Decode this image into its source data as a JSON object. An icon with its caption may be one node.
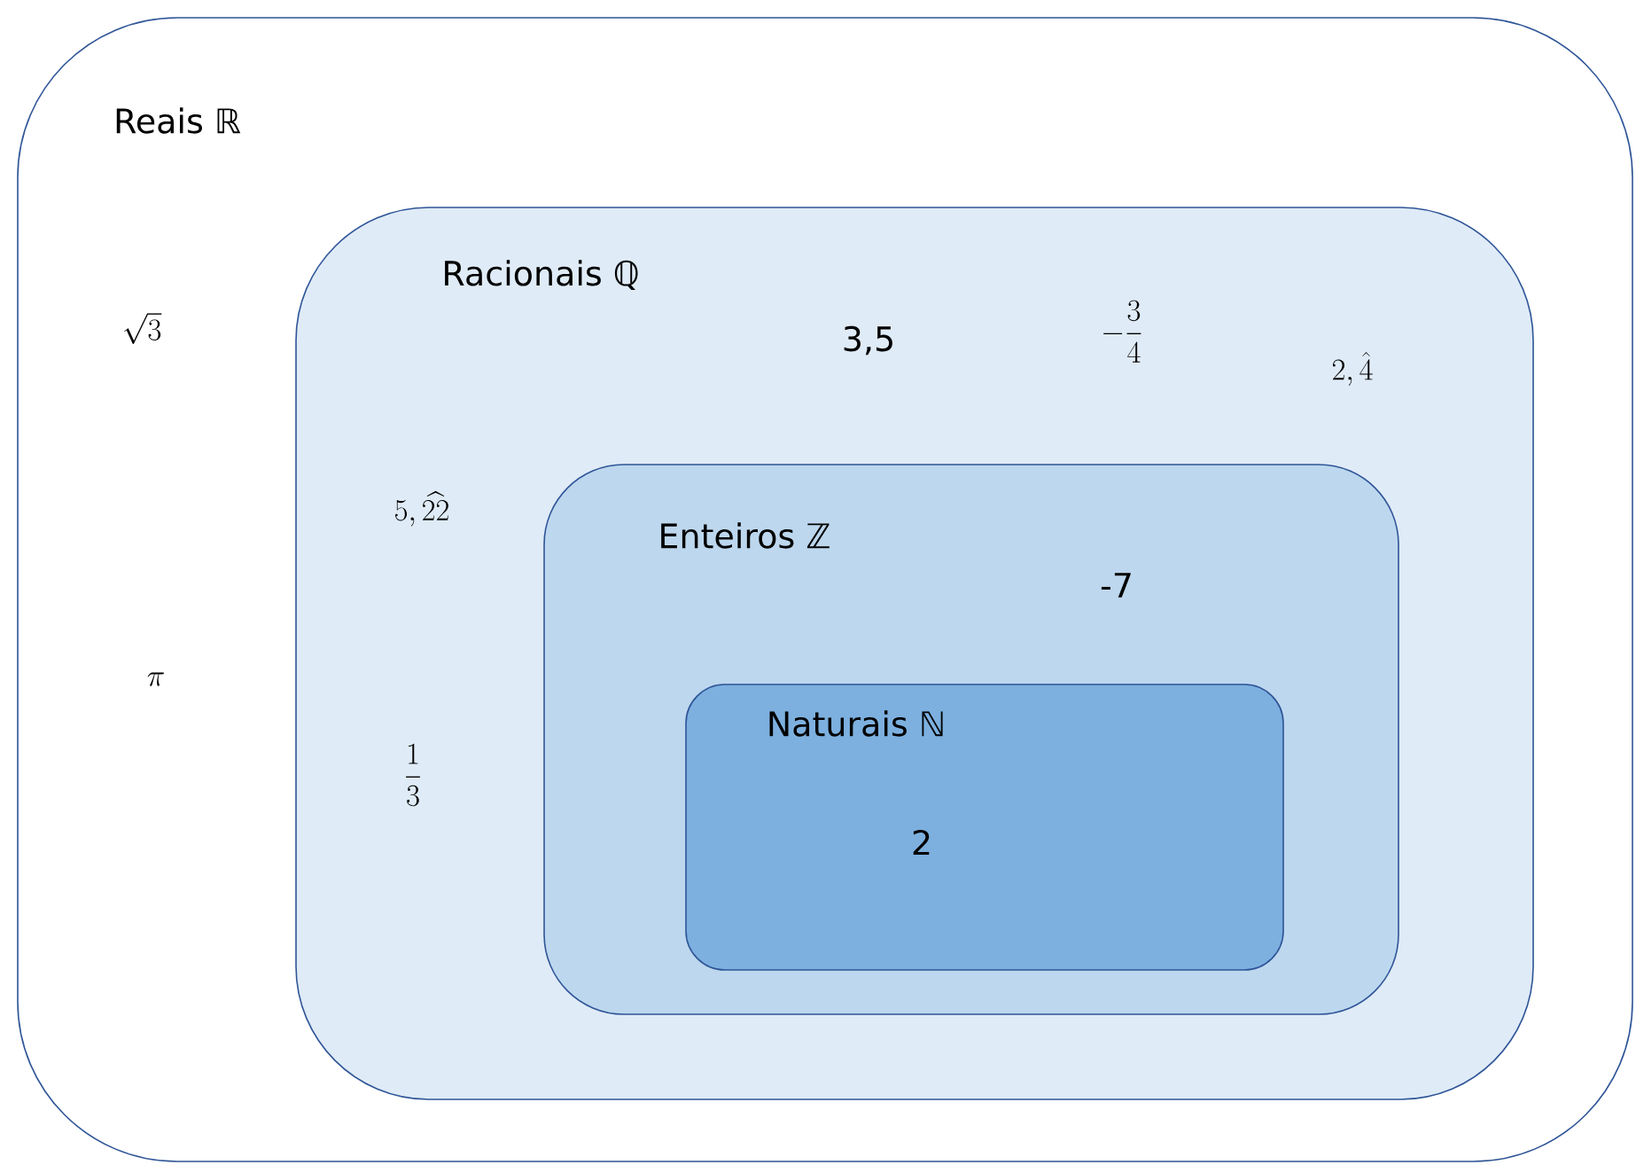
{
  "diagram": {
    "nodes": [
      {
        "text": [
          "Reais ℝ",
          "\\sqrt{3}",
          "\\pi"
        ]
      },
      {
        "text": [
          "Racionais ℚ",
          "3,5",
          "-\\frac{3}{4}",
          "2,\\hat{4}",
          "5,\\widehat{22}",
          "\\frac{1}{3}"
        ],
        "in": 0
      },
      {
        "text": [
          "Enteiros ℤ",
          "-7"
        ],
        "in": 1
      },
      {
        "text": [
          "Naturais ℕ",
          "2"
        ],
        "in": 2
      }
    ]
  }
}
